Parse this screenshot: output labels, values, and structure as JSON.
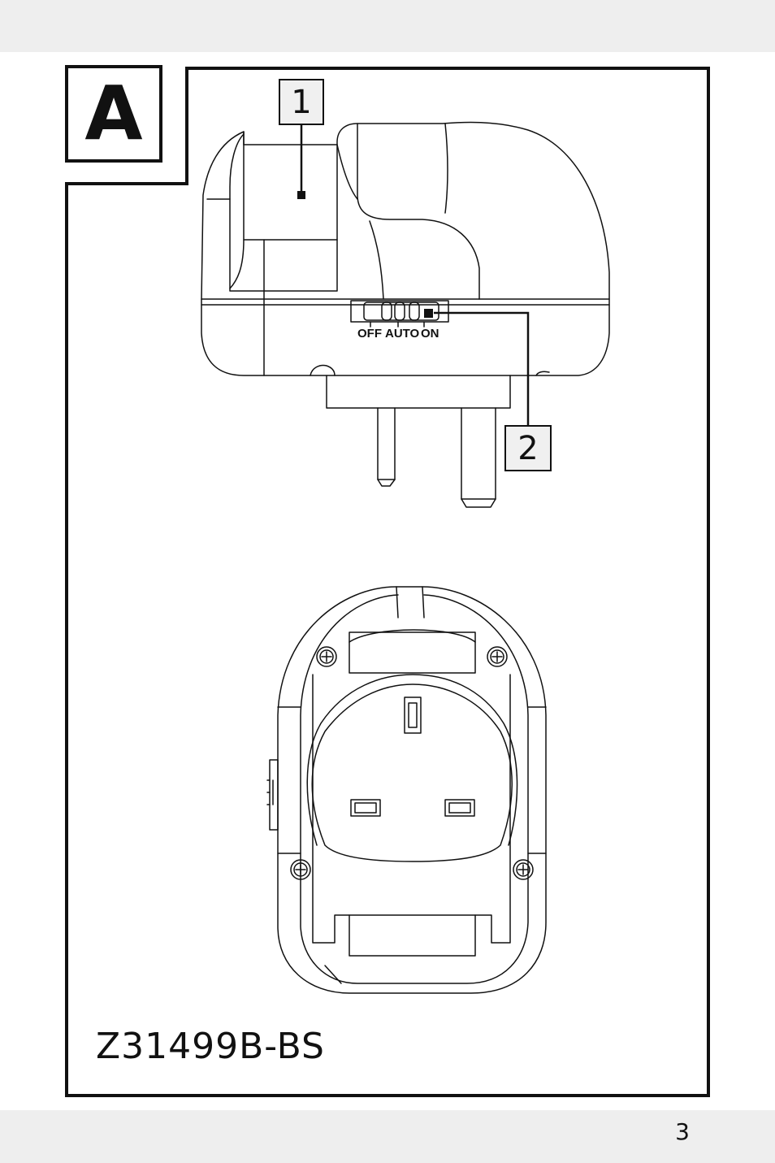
{
  "figure": {
    "label": "A",
    "model": "Z31499B-BS",
    "callouts": {
      "one": "1",
      "two": "2"
    },
    "switch_labels": {
      "off": "OFF",
      "auto": "AUTO",
      "on": "ON"
    }
  },
  "footer": {
    "page_number": "3"
  }
}
